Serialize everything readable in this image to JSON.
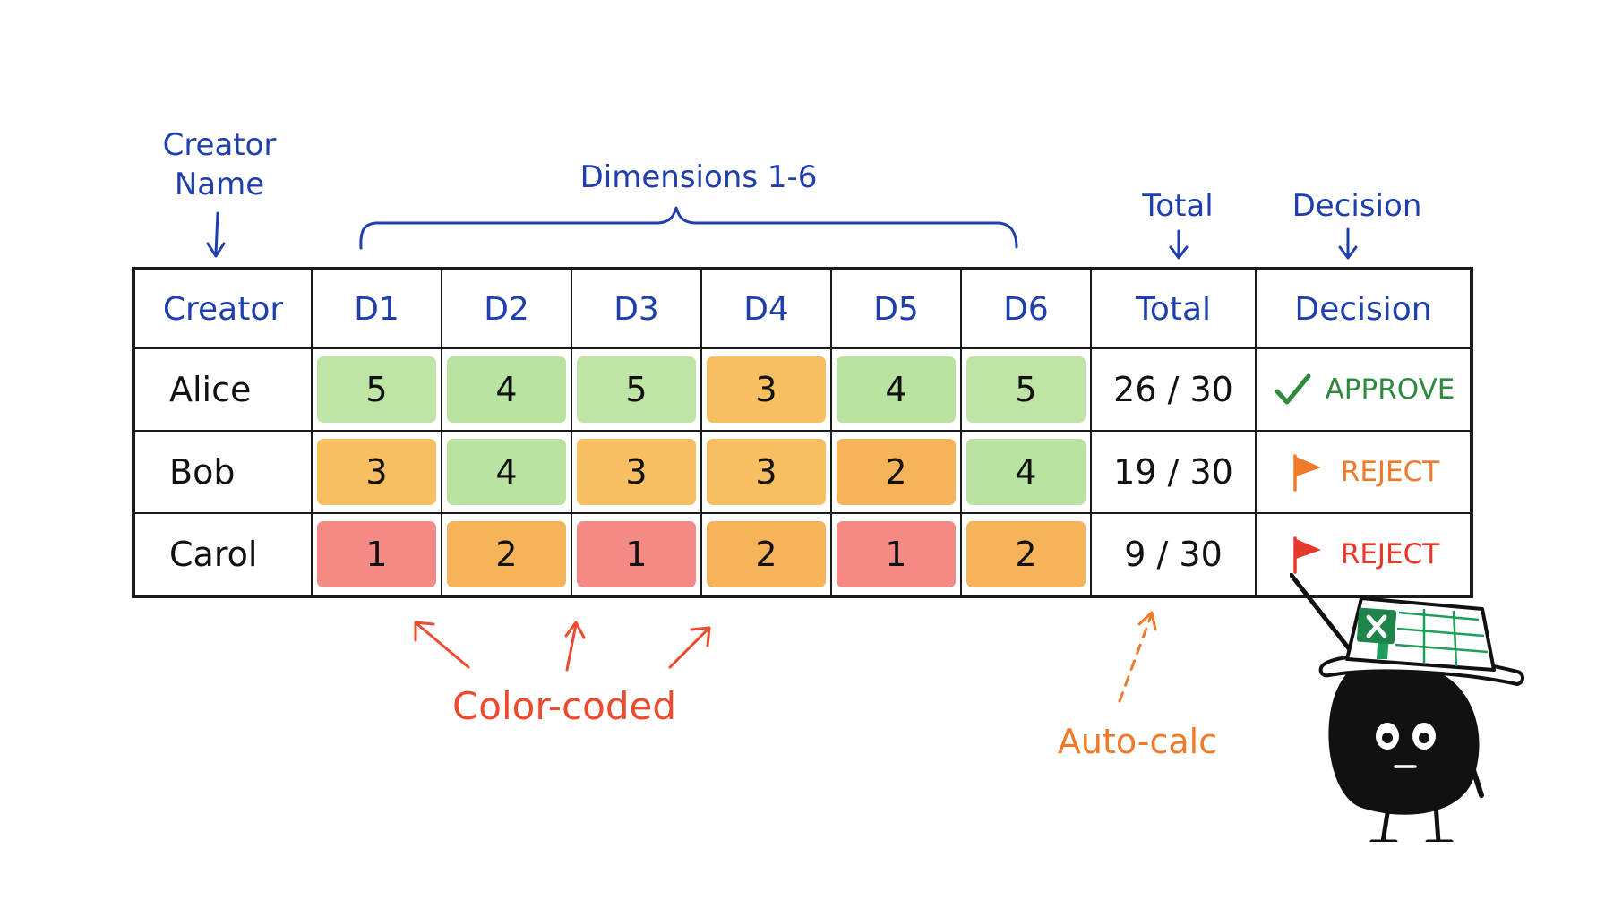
{
  "annotations": {
    "creator_name": "Creator\nName",
    "dimensions": "Dimensions 1-6",
    "total": "Total",
    "decision": "Decision",
    "color_coded": "Color-coded",
    "auto_calc": "Auto-calc"
  },
  "table": {
    "headers": {
      "creator": "Creator",
      "dims": [
        "D1",
        "D2",
        "D3",
        "D4",
        "D5",
        "D6"
      ],
      "total": "Total",
      "decision": "Decision"
    },
    "rows": [
      {
        "name": "Alice",
        "scores": [
          5,
          4,
          5,
          3,
          4,
          5
        ],
        "total": "26 / 30",
        "decision": "APPROVE",
        "decision_icon": "check-icon",
        "decision_color": "#2f8a3e"
      },
      {
        "name": "Bob",
        "scores": [
          3,
          4,
          3,
          3,
          2,
          4
        ],
        "total": "19 / 30",
        "decision": "REJECT",
        "decision_icon": "flag-icon",
        "decision_color": "#f07a2a"
      },
      {
        "name": "Carol",
        "scores": [
          1,
          2,
          1,
          2,
          1,
          2
        ],
        "total": "9 / 30",
        "decision": "REJECT",
        "decision_icon": "flag-icon",
        "decision_color": "#e8362a"
      }
    ]
  },
  "score_colors": {
    "1": "#f48a86",
    "2": "#f6b35a",
    "3": "#f7bf62",
    "4": "#b9e3a0",
    "5": "#bfe5a6"
  },
  "colors": {
    "annotation_blue": "#1f3fae",
    "annotation_red": "#ee4a2e",
    "annotation_orange": "#f07a2a"
  },
  "mascot": {
    "icon": "spreadsheet-hat-mascot-icon",
    "hat_logo": "X"
  }
}
